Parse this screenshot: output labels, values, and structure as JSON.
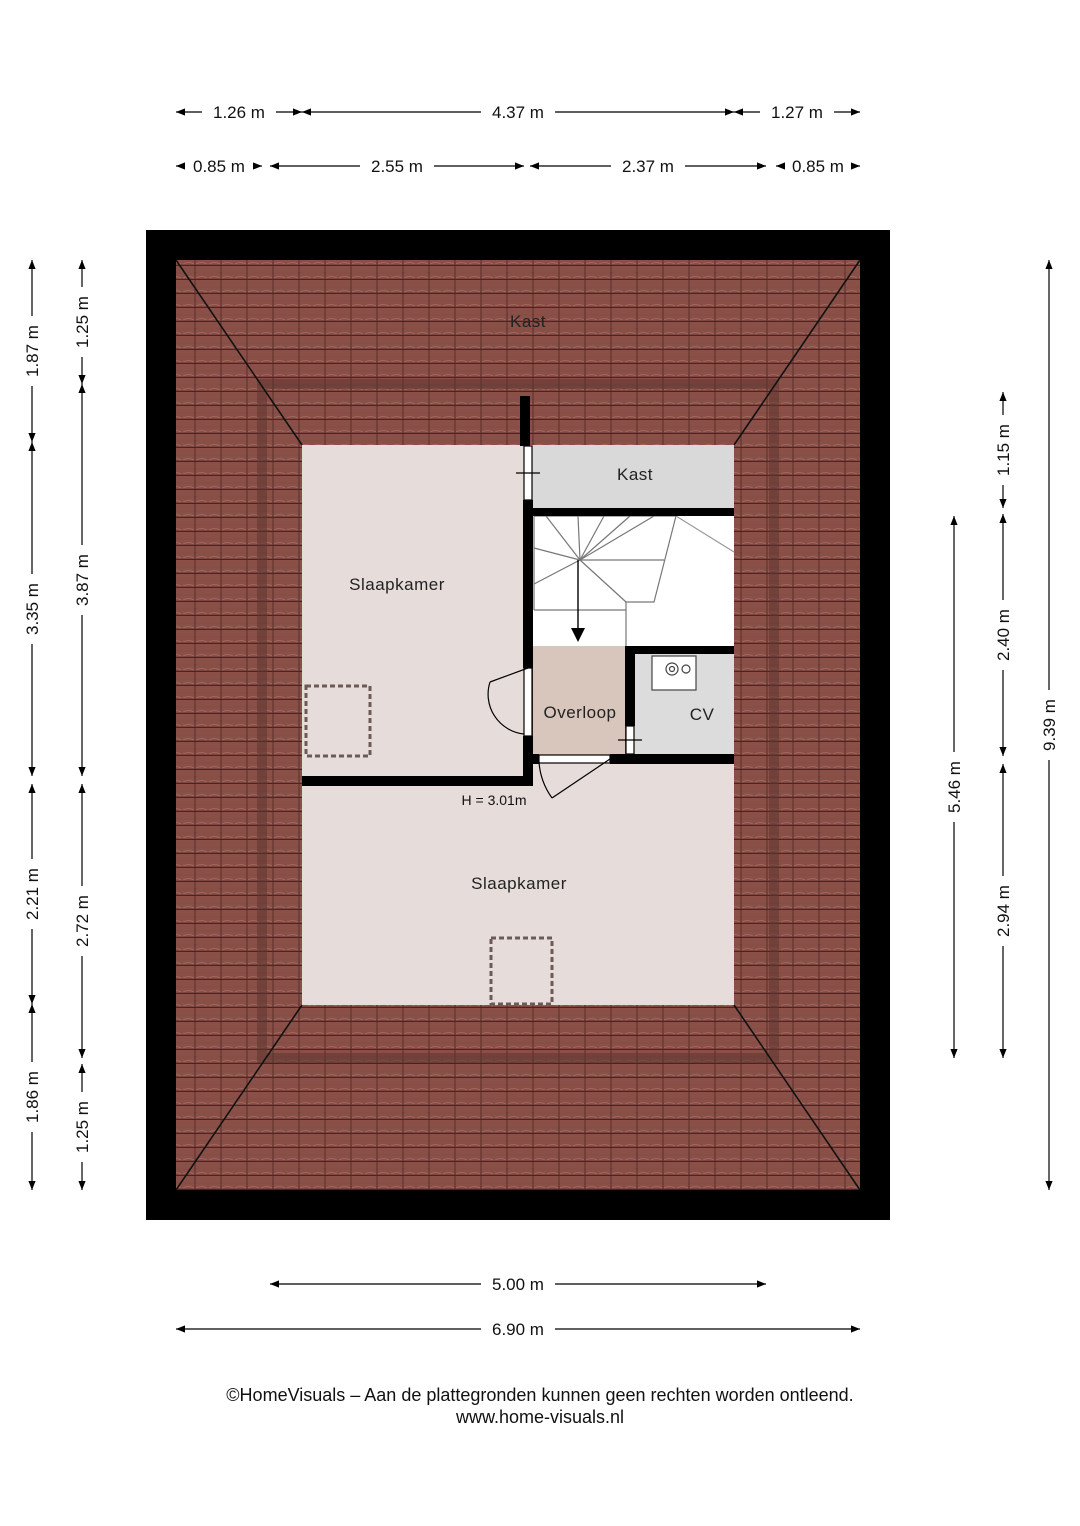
{
  "dimensions": {
    "top_row1": [
      "1.26 m",
      "4.37 m",
      "1.27 m"
    ],
    "top_row2": [
      "0.85 m",
      "2.55 m",
      "2.37 m",
      "0.85 m"
    ],
    "left_outer": [
      "1.87 m",
      "3.35 m",
      "2.21 m",
      "1.86 m"
    ],
    "left_inner": [
      "1.25 m",
      "3.87 m",
      "2.72 m",
      "1.25 m"
    ],
    "right_a": [
      "5.46 m"
    ],
    "right_b": [
      "1.15 m",
      "2.40 m",
      "2.94 m"
    ],
    "right_c": [
      "9.39 m"
    ],
    "bottom_row1": [
      "5.00 m"
    ],
    "bottom_row2": [
      "6.90 m"
    ]
  },
  "rooms": {
    "kast_top": "Kast",
    "kast_small": "Kast",
    "slaapkamer_1": "Slaapkamer",
    "overloop": "Overloop",
    "cv": "CV",
    "slaapkamer_2": "Slaapkamer"
  },
  "height_note": "H = 3.01m",
  "footer": {
    "line1": "©HomeVisuals – Aan de plattegronden kunnen geen rechten worden ontleend.",
    "line2": "www.home-visuals.nl"
  },
  "colors": {
    "roof": "#8a5048",
    "wall": "#000000",
    "bedroom_floor": "#e6dcda",
    "overloop_floor": "#d8c6bc",
    "kast_floor": "#d9d9d9",
    "cv_floor": "#dcdcdc"
  }
}
